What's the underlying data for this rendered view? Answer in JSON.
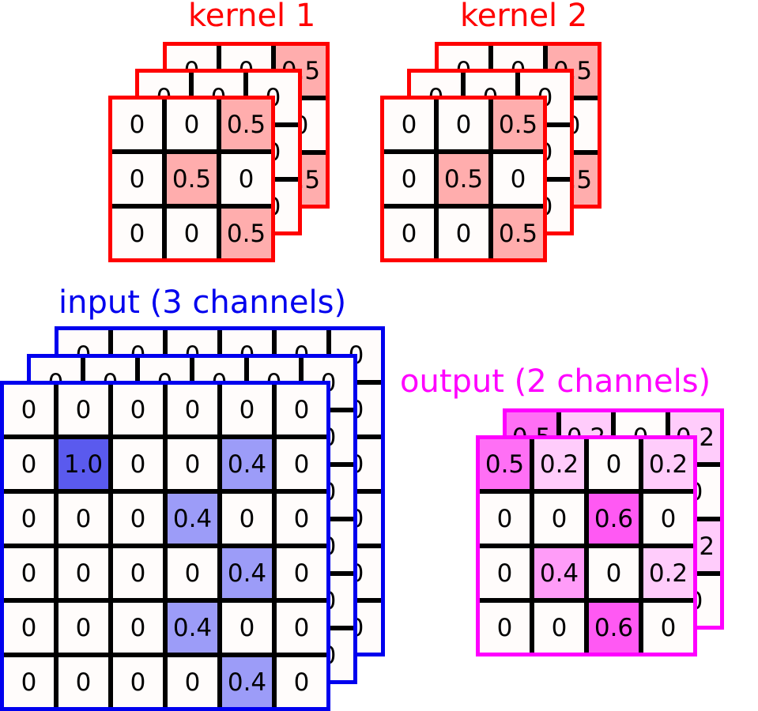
{
  "kernel1": {
    "title": "kernel 1",
    "border_color": "#ff0000",
    "channels": [
      [
        [
          "0",
          "0",
          "0.5"
        ],
        [
          "0",
          "0",
          "0"
        ],
        [
          "0",
          "0",
          "0.5"
        ]
      ],
      [
        [
          "0",
          "0",
          "0"
        ],
        [
          "0",
          "0",
          "0"
        ],
        [
          "0",
          "0",
          "0"
        ]
      ],
      [
        [
          "0",
          "0",
          "0.5"
        ],
        [
          "0",
          "0.5",
          "0"
        ],
        [
          "0",
          "0",
          "0.5"
        ]
      ]
    ]
  },
  "kernel2": {
    "title": "kernel 2",
    "border_color": "#ff0000",
    "channels": [
      [
        [
          "0",
          "0",
          "0.5"
        ],
        [
          "0",
          "0",
          "0"
        ],
        [
          "0",
          "0",
          "0.5"
        ]
      ],
      [
        [
          "0",
          "0",
          "0"
        ],
        [
          "0",
          "0",
          "0"
        ],
        [
          "0",
          "0",
          "0"
        ]
      ],
      [
        [
          "0",
          "0",
          "0.5"
        ],
        [
          "0",
          "0.5",
          "0"
        ],
        [
          "0",
          "0",
          "0.5"
        ]
      ]
    ]
  },
  "input": {
    "title": "input (3 channels)",
    "border_color": "#0000ee",
    "channels": [
      [
        [
          "0",
          "0",
          "0",
          "0",
          "0",
          "0"
        ],
        [
          "0",
          "0",
          "0",
          "0",
          "0",
          "0"
        ],
        [
          "0",
          "0",
          "0",
          "0",
          "0",
          "0"
        ],
        [
          "0",
          "0",
          "0",
          "0",
          "0",
          "0"
        ],
        [
          "0",
          "0",
          "0",
          "0",
          "0",
          "0"
        ],
        [
          "0",
          "0",
          "0",
          "0",
          "0",
          "0"
        ]
      ],
      [
        [
          "0",
          "0",
          "0",
          "0",
          "0",
          "0"
        ],
        [
          "0",
          "0",
          "0",
          "0",
          "0",
          "0"
        ],
        [
          "0",
          "0",
          "0",
          "0",
          "0",
          "0"
        ],
        [
          "0",
          "0",
          "0",
          "0",
          "0",
          "0"
        ],
        [
          "0",
          "0",
          "0",
          "0",
          "0",
          "0"
        ],
        [
          "0",
          "0",
          "0",
          "0",
          "0",
          "0"
        ]
      ],
      [
        [
          "0",
          "0",
          "0",
          "0",
          "0",
          "0"
        ],
        [
          "0",
          "1.0",
          "0",
          "0",
          "0.4",
          "0"
        ],
        [
          "0",
          "0",
          "0",
          "0.4",
          "0",
          "0"
        ],
        [
          "0",
          "0",
          "0",
          "0",
          "0.4",
          "0"
        ],
        [
          "0",
          "0",
          "0",
          "0.4",
          "0",
          "0"
        ],
        [
          "0",
          "0",
          "0",
          "0",
          "0.4",
          "0"
        ]
      ]
    ]
  },
  "output": {
    "title": "output (2 channels)",
    "border_color": "#ff00ff",
    "channels": [
      [
        [
          "0.5",
          "0.2",
          "0",
          "0.2"
        ],
        [
          "0",
          "0",
          "0.6",
          "0"
        ],
        [
          "0",
          "0.4",
          "0",
          "0.2"
        ],
        [
          "0",
          "0",
          "0.6",
          "0"
        ]
      ],
      [
        [
          "0.5",
          "0.2",
          "0",
          "0.2"
        ],
        [
          "0",
          "0",
          "0.6",
          "0"
        ],
        [
          "0",
          "0.4",
          "0",
          "0.2"
        ],
        [
          "0",
          "0",
          "0.6",
          "0"
        ]
      ]
    ]
  },
  "colors": {
    "kernel_title": "#ff0000",
    "input_title": "#0000ee",
    "output_title": "#ff00ff",
    "cell_background": "#fffcfb"
  }
}
